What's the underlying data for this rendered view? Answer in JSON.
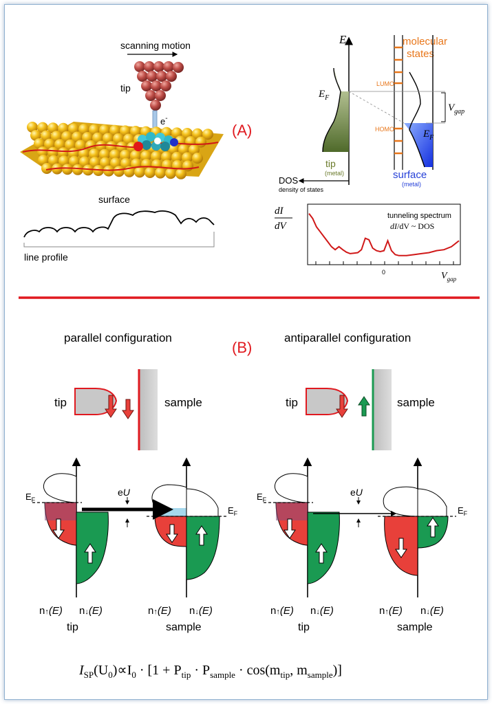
{
  "panel_a": {
    "label": "(A)",
    "scanning_motion": "scanning motion",
    "tip": "tip",
    "electron": "e",
    "electron_sup": "-",
    "surface": "surface",
    "line_profile": "line profile",
    "energy_axis": "E",
    "fermi_tip": "E",
    "fermi_sub": "F",
    "fermi_surface": "E",
    "molecular_states": "molecular",
    "molecular_states_2": "states",
    "lumo": "LUMO",
    "homo": "HOMO",
    "vgap": "V",
    "vgap_sub": "gap",
    "tip_label": "tip",
    "tip_metal": "(metal)",
    "surface_label": "surface",
    "surface_metal": "(metal)",
    "dos": "DOS",
    "dos_long": "density of states",
    "spectrum_title": "tunneling spectrum",
    "spectrum_relation_a": "dI",
    "spectrum_relation_b": "/dV ~ DOS",
    "didv_num": "dI",
    "didv_den": "dV",
    "spectrum_zero": "0",
    "spectrum_xlabel": "V",
    "spectrum_xlabel_sub": "gap"
  },
  "panel_b": {
    "label": "(B)",
    "parallel_title": "parallel configuration",
    "antiparallel_title": "antiparallel configuration",
    "tip": "tip",
    "sample": "sample",
    "fermi": "E",
    "fermi_sub": "F",
    "eu_e": "e",
    "eu_u": "U",
    "n_up": "n",
    "n_down": "n",
    "arrow_up": "↑",
    "arrow_down": "↓",
    "paren_e": "(E)",
    "tip_caption": "tip",
    "sample_caption": "sample"
  },
  "formula": {
    "lhs": "I",
    "lhs_sub": "SP",
    "arg": "(U",
    "arg_sub": "0",
    "arg_close": ")∝I",
    "i0_sub": "0",
    "mid": " · [1 + P",
    "ptip_sub": "tip",
    "dot": " · P",
    "psample_sub": "sample",
    "cos": " · cos(m",
    "mtip_sub": "tip",
    "comma": ", m",
    "msample_sub": "sample",
    "end": ")]"
  },
  "colors": {
    "divider": "#e0191f",
    "label_red": "#e0191f",
    "orange": "#e8761a",
    "blue": "#2540d8",
    "green": "#1a9a52",
    "red_fill": "#e8403a",
    "olive": "#6a7a2a"
  },
  "chart_data": {
    "type": "line",
    "title": "tunneling spectrum",
    "xlabel": "Vgap",
    "ylabel": "dI/dV",
    "x_tick_labels": [
      "0"
    ],
    "series": [
      {
        "x": [
          -1.0,
          -0.95,
          -0.9,
          -0.85,
          -0.8,
          -0.75,
          -0.7,
          -0.65,
          -0.6,
          -0.55,
          -0.5,
          -0.45,
          -0.4,
          -0.35,
          -0.3,
          -0.25,
          -0.2,
          -0.15,
          -0.1,
          -0.05,
          0.0,
          0.05,
          0.1,
          0.15,
          0.2,
          0.3,
          0.4,
          0.5,
          0.6,
          0.7,
          0.8,
          0.9,
          1.0
        ],
        "values": [
          0.95,
          0.85,
          0.68,
          0.58,
          0.48,
          0.38,
          0.28,
          0.22,
          0.28,
          0.22,
          0.17,
          0.14,
          0.15,
          0.16,
          0.22,
          0.45,
          0.42,
          0.25,
          0.2,
          0.18,
          0.2,
          0.4,
          0.2,
          0.12,
          0.1,
          0.1,
          0.12,
          0.14,
          0.16,
          0.2,
          0.22,
          0.28,
          0.4
        ]
      }
    ]
  }
}
